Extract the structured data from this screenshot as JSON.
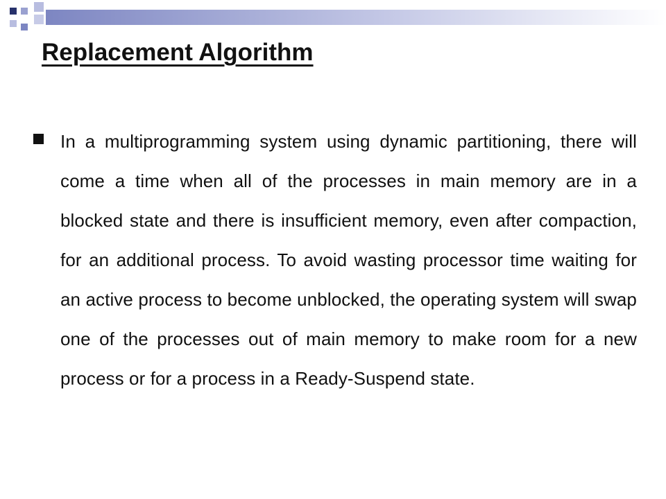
{
  "slide": {
    "title": "Replacement Algorithm",
    "bullet_text": "In a multiprogramming system using dynamic partitioning, there will come a time when all of the processes in main memory are in a blocked state and there is insufficient memory, even after compaction, for an additional process. To avoid wasting processor time waiting for an active process to become unblocked, the operating system will swap one of the processes out of main memory to make room for a new process or for a process in a Ready-Suspend state."
  },
  "colors": {
    "accent_blue": "#27316b",
    "light_blue": "#9aa1d0",
    "text": "#111111"
  },
  "icons": {
    "bullet": "square-bullet-icon",
    "decoration": "blue-squares-decoration"
  }
}
